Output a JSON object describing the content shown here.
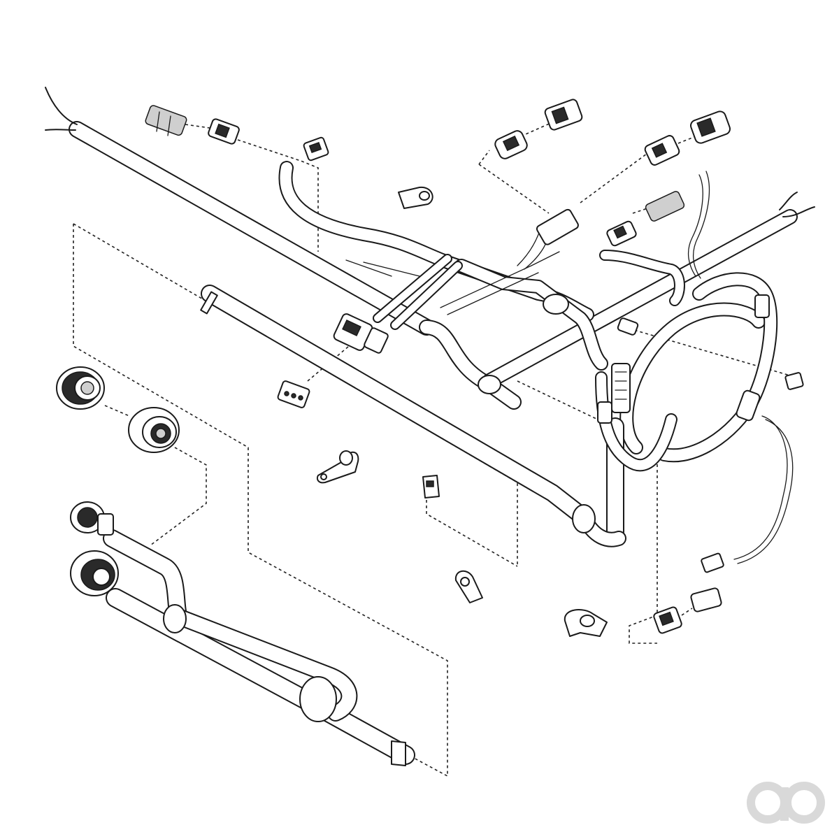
{
  "diagram": {
    "kind": "exploded-view wiring harness drawing",
    "labels": [],
    "colors": {
      "line": "#1a1a1a",
      "background": "#ffffff",
      "logo": "#d9d9d9"
    },
    "logo": {
      "icon": "ao-logo-icon"
    },
    "parts": [
      {
        "name": "main-trunk-harness"
      },
      {
        "name": "front-cable-branch"
      },
      {
        "name": "rear-loop-branch"
      },
      {
        "name": "lower-sub-harness"
      },
      {
        "name": "round-connector-1"
      },
      {
        "name": "round-connector-2"
      },
      {
        "name": "round-connector-3"
      },
      {
        "name": "round-connector-4"
      },
      {
        "name": "connector-plug-a"
      },
      {
        "name": "connector-plug-b"
      },
      {
        "name": "connector-plug-c"
      },
      {
        "name": "connector-plug-d"
      },
      {
        "name": "connector-plug-e"
      },
      {
        "name": "connector-plug-f"
      },
      {
        "name": "connector-plug-g"
      },
      {
        "name": "connector-plug-h"
      },
      {
        "name": "connector-plug-i"
      },
      {
        "name": "connector-plug-j"
      },
      {
        "name": "harness-clip-1"
      },
      {
        "name": "harness-clip-2"
      },
      {
        "name": "harness-clip-3"
      },
      {
        "name": "harness-clip-4"
      },
      {
        "name": "bracket-clip"
      }
    ]
  }
}
